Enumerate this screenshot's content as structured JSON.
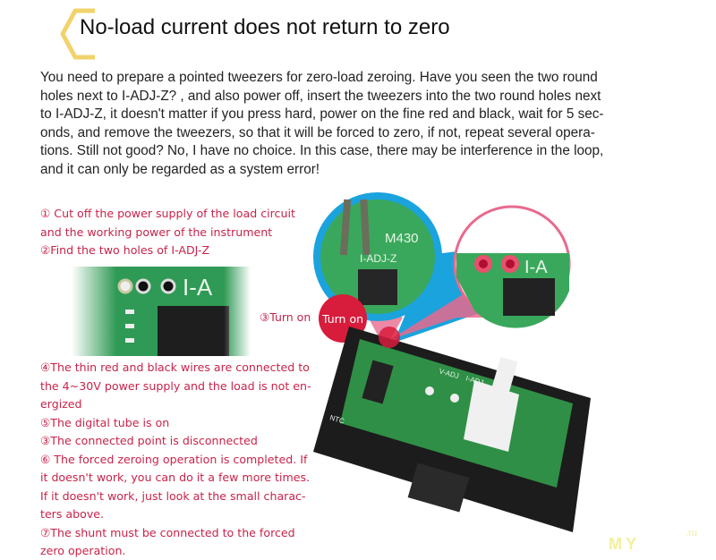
{
  "title": "No-load current does not return to zero",
  "paragraph_lines": [
    "You need to prepare a pointed tweezers for zero-load zeroing. Have you seen the two round",
    "holes next to I-ADJ-Z? , and also power off, insert the tweezers into the two round holes next",
    "to I-ADJ-Z, it doesn't matter if you press hard, power on the fine red and black, wait for 5 sec-",
    "onds, and remove the tweezers, so that it will be forced to zero, if not, repeat several opera-",
    "tions. Still not good? No, I have no choice. In this case, there may be interference in the loop,",
    "and it can only be regarded as a system error!"
  ],
  "steps_top": [
    "① Cut off the power supply of the load circuit",
    "and the working power of the instrument",
    "②Find the two holes of I-ADJ-Z"
  ],
  "steps_bottom": [
    "④The thin red and black wires are connected to",
    "the 4~30V power supply and the load is not en-",
    "ergized",
    "⑤The digital tube is on",
    "③The connected point is disconnected",
    "⑥ The forced zeroing operation is completed. If",
    "it doesn't work, you can do it a few more times.",
    "If it doesn't work, just look at the small charac-",
    "ters above.",
    "⑦The shunt must be connected to the forced",
    "zero operation."
  ],
  "turn_on_label": "③Turn on",
  "turn_on_badge": "Turn on",
  "pcb_labels": {
    "left_zoom": "I-ADJ-Z",
    "left_chip": "M430",
    "right_zoom": "I-A",
    "board1": "V-ADJ",
    "board2": "I-ADJ",
    "board3": "NTC"
  },
  "watermark": {
    "text": "MY",
    "suffix": ".ru"
  },
  "colors": {
    "accent": "#c8234a",
    "badge": "#d81c3c",
    "blue": "#1aa3dd",
    "pink": "#e86a8e",
    "pcb": "#2e9a4a",
    "hex": "#f2d36b"
  }
}
